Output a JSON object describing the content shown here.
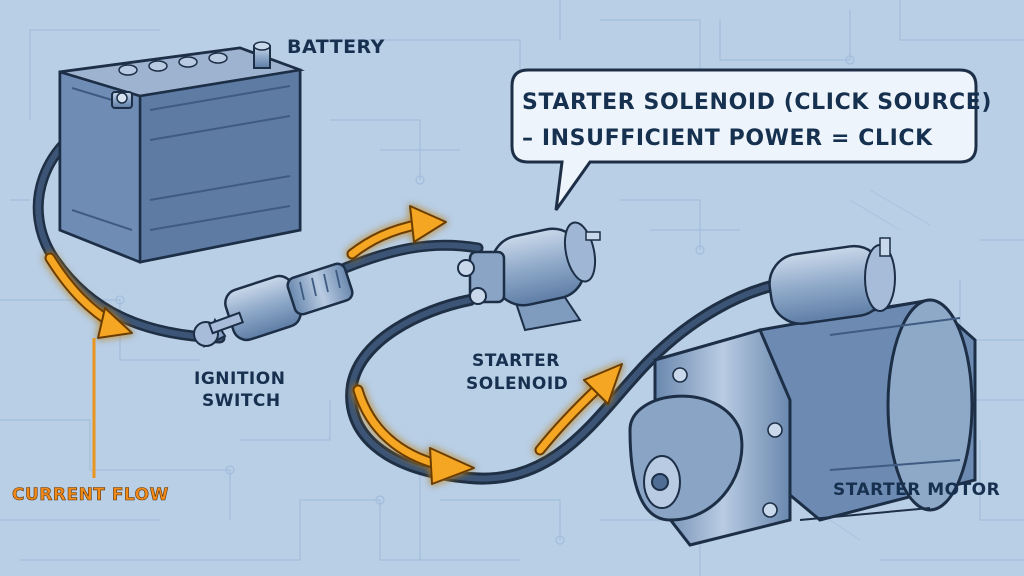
{
  "labels": {
    "battery": "BATTERY",
    "ignition_switch_line1": "IGNITION",
    "ignition_switch_line2": "SWITCH",
    "starter_solenoid_line1": "STARTER",
    "starter_solenoid_line2": "SOLENOID",
    "starter_motor": "STARTER MOTOR",
    "current_flow": "CURRENT FLOW"
  },
  "callout": {
    "line1": "STARTER SOLENOID (CLICK SOURCE)",
    "line2": "– INSUFFICIENT POWER = CLICK"
  },
  "colors": {
    "background": "#b9cfe6",
    "blueprint_lines": "#8fb0d4",
    "component_fill": "#7f9bbd",
    "flow_arrow": "#f5a623",
    "label_text": "#17304f",
    "current_flow_label": "#f28a1a"
  }
}
